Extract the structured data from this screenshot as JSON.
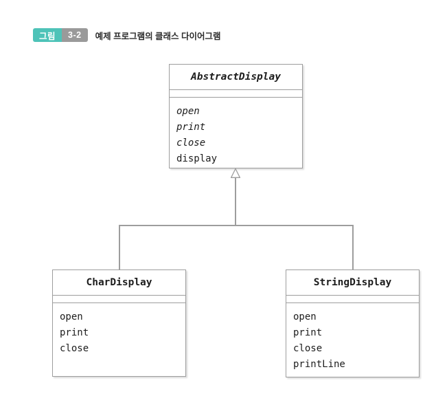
{
  "caption": {
    "badge_label": "그림",
    "badge_number": "3-2",
    "text": "예제 프로그램의 클래스 다이어그램",
    "badge_color": "#4ec3b8",
    "badge_number_color": "#9a9a9a"
  },
  "diagram": {
    "type": "uml-class-diagram",
    "relationship": "generalization",
    "line_color": "#9d9d9d",
    "classes": [
      {
        "id": "abstract-display",
        "name": "AbstractDisplay",
        "is_abstract": true,
        "attributes": [],
        "operations": [
          {
            "name": "open",
            "is_abstract": true
          },
          {
            "name": "print",
            "is_abstract": true
          },
          {
            "name": "close",
            "is_abstract": true
          },
          {
            "name": "display",
            "is_abstract": false
          }
        ]
      },
      {
        "id": "char-display",
        "name": "CharDisplay",
        "is_abstract": false,
        "attributes": [],
        "operations": [
          {
            "name": "open",
            "is_abstract": false
          },
          {
            "name": "print",
            "is_abstract": false
          },
          {
            "name": "close",
            "is_abstract": false
          }
        ]
      },
      {
        "id": "string-display",
        "name": "StringDisplay",
        "is_abstract": false,
        "attributes": [],
        "operations": [
          {
            "name": "open",
            "is_abstract": false
          },
          {
            "name": "print",
            "is_abstract": false
          },
          {
            "name": "close",
            "is_abstract": false
          },
          {
            "name": "printLine",
            "is_abstract": false
          }
        ]
      }
    ]
  }
}
